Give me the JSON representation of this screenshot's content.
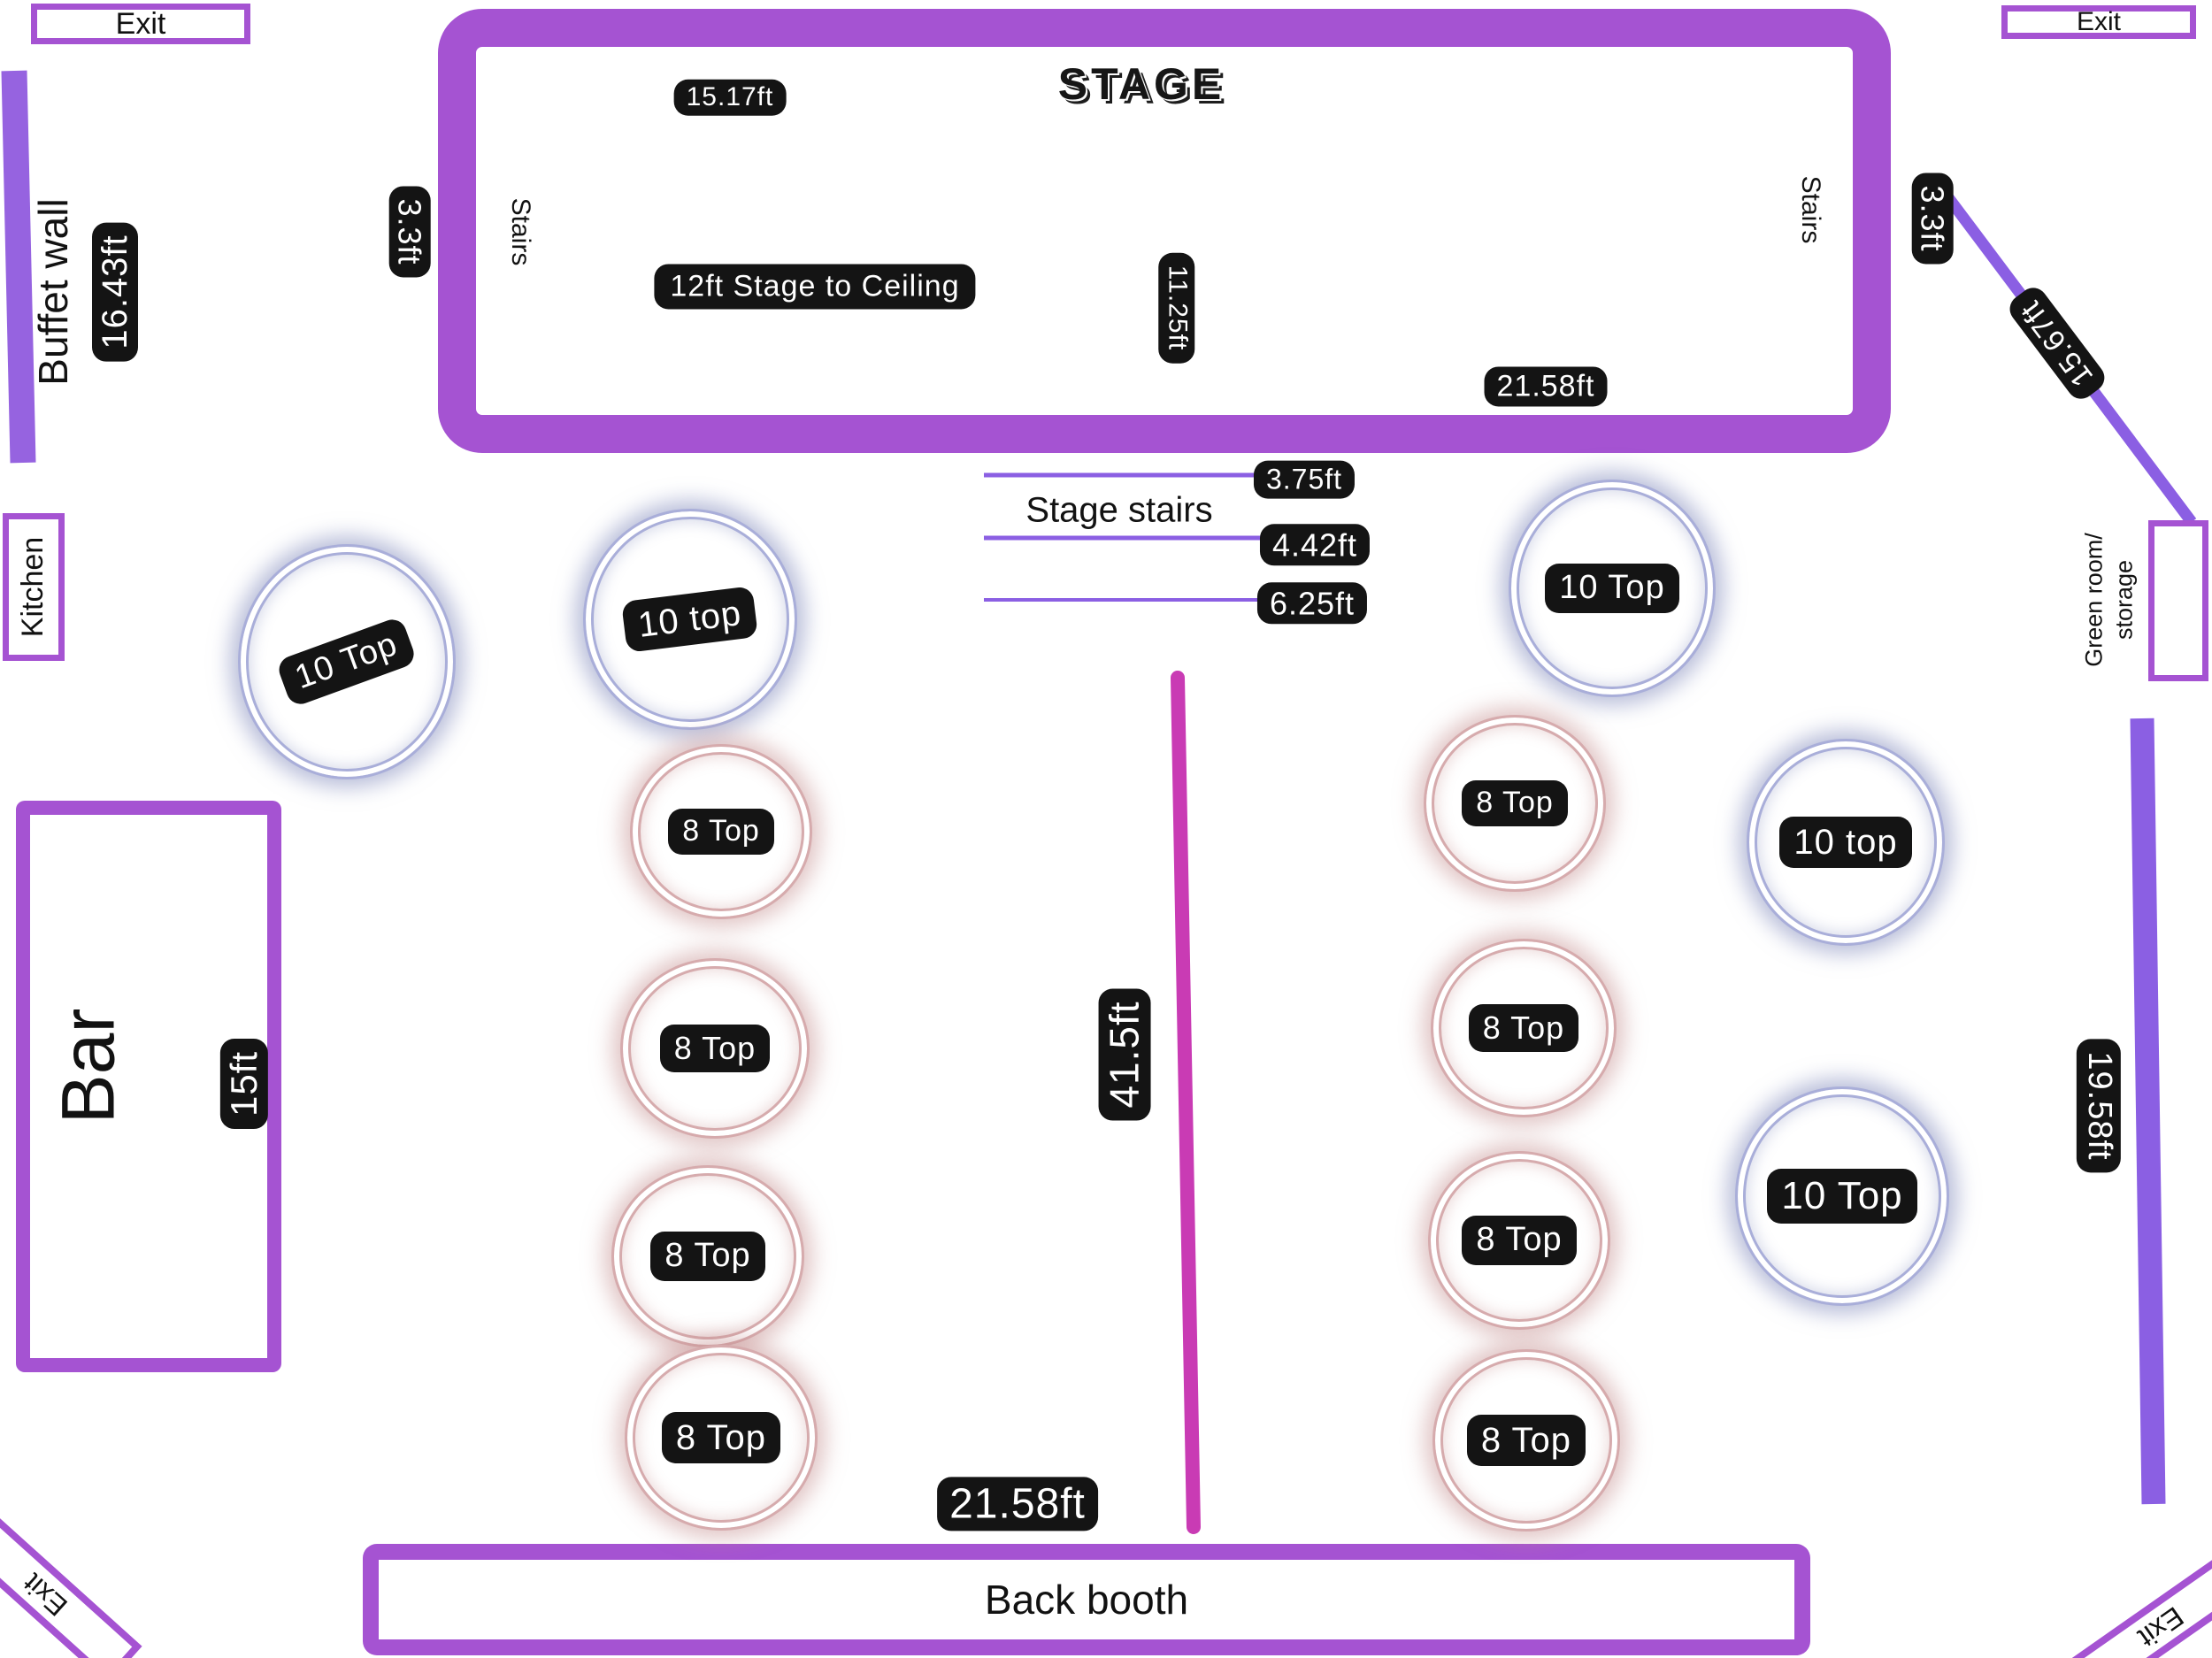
{
  "colors": {
    "wall_purple": "#a553d2",
    "line_violet": "#8b5fe3",
    "buffet_purple": "#9663e0",
    "aisle_magenta": "#c93bb4",
    "stair_pink": "#cf4fa8",
    "table_ring_blue": "#a9aed9",
    "table_ring_pink": "#d6abad",
    "label_bg": "#141414",
    "label_text": "#ffffff"
  },
  "stage": {
    "title": "STAGE",
    "ceiling_note": "12ft Stage to Ceiling",
    "width_top": "15.17ft",
    "width_bottom": "21.58ft",
    "depth": "11.25ft",
    "left_gap": "3.3ft",
    "right_gap": "3.3ft",
    "stairs_left": "Stairs",
    "stairs_right": "Stairs"
  },
  "stage_stairs": {
    "label": "Stage stairs",
    "step1": "3.75ft",
    "step2": "4.42ft",
    "step3": "6.25ft"
  },
  "exits": {
    "top_left": "Exit",
    "top_right": "Exit",
    "bottom_left": "Exit",
    "bottom_right": "Exit"
  },
  "rooms": {
    "buffet_label": "Buffet wall",
    "buffet_length": "16.43ft",
    "kitchen_label": "Kitchen",
    "bar_label": "Bar",
    "bar_length": "15ft",
    "green_room_line1": "Green room/",
    "green_room_line2": "storage",
    "back_booth_label": "Back booth",
    "back_width": "21.58ft"
  },
  "walls": {
    "diagonal": "15.67ft",
    "right_wall": "19.58ft",
    "aisle_length": "41.5ft"
  },
  "tables": [
    {
      "id": "t1",
      "label": "10 Top",
      "seats": 10
    },
    {
      "id": "t2",
      "label": "10 top",
      "seats": 10
    },
    {
      "id": "t3",
      "label": "8 Top",
      "seats": 8
    },
    {
      "id": "t4",
      "label": "8 Top",
      "seats": 8
    },
    {
      "id": "t5",
      "label": "8 Top",
      "seats": 8
    },
    {
      "id": "t6",
      "label": "8 Top",
      "seats": 8
    },
    {
      "id": "t7",
      "label": "10 Top",
      "seats": 10
    },
    {
      "id": "t8",
      "label": "8 Top",
      "seats": 8
    },
    {
      "id": "t9",
      "label": "8 Top",
      "seats": 8
    },
    {
      "id": "t10",
      "label": "8 Top",
      "seats": 8
    },
    {
      "id": "t11",
      "label": "8 Top",
      "seats": 8
    },
    {
      "id": "t12",
      "label": "10 top",
      "seats": 10
    },
    {
      "id": "t13",
      "label": "10 Top",
      "seats": 10
    }
  ]
}
